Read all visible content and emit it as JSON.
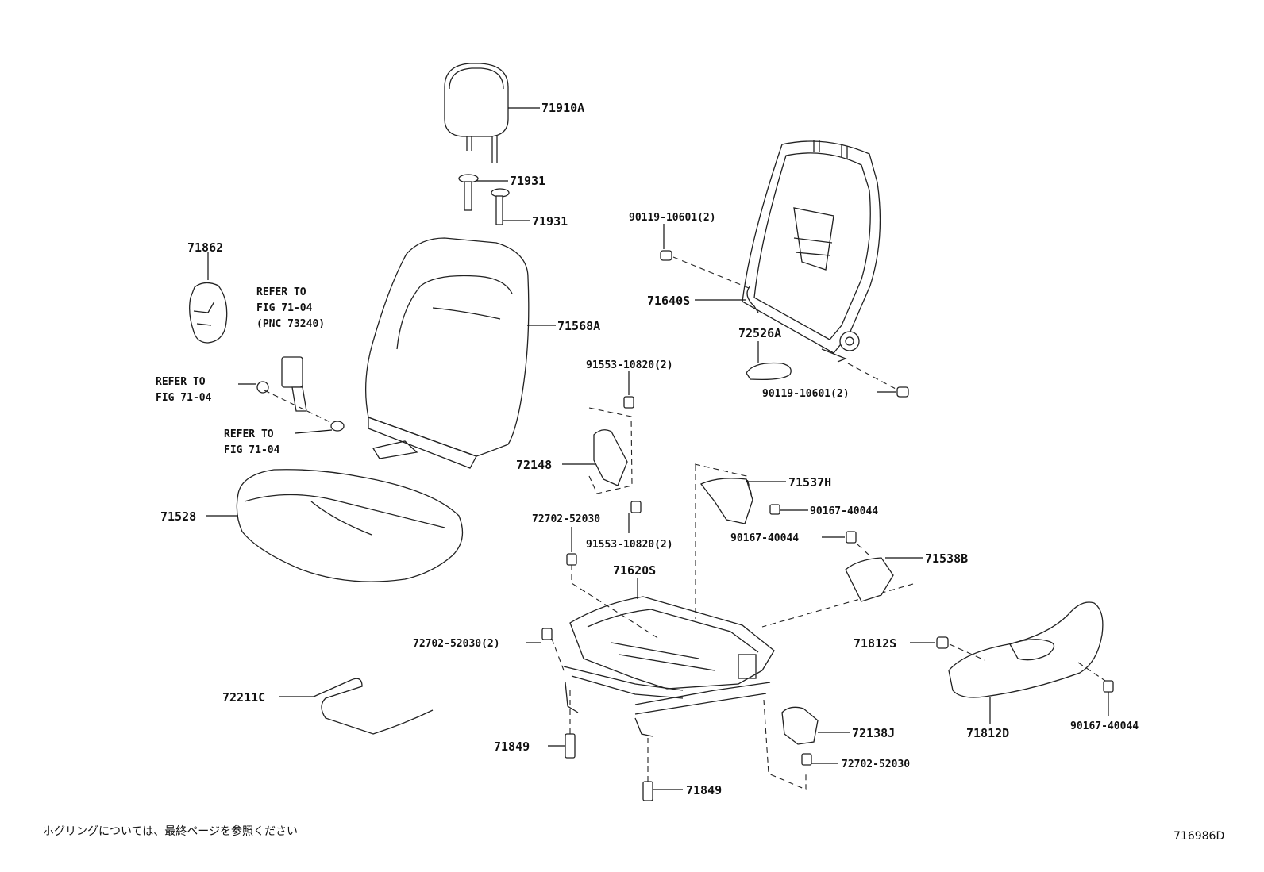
{
  "labels": {
    "l71910A": "71910A",
    "l71931a": "71931",
    "l71931b": "71931",
    "l71862": "71862",
    "lRefer1a": "REFER TO",
    "lRefer1b": "FIG 71-04",
    "lRefer1c": "(PNC 73240)",
    "lRefer2a": "REFER TO",
    "lRefer2b": "FIG 71-04",
    "lRefer3a": "REFER TO",
    "lRefer3b": "FIG 71-04",
    "l71568A": "71568A",
    "l71528": "71528",
    "l90119a": "90119-10601(2)",
    "l71640S": "71640S",
    "l72526A": "72526A",
    "l90119b": "90119-10601(2)",
    "l91553a": "91553-10820(2)",
    "l72148": "72148",
    "l72702a": "72702-52030",
    "l91553b": "91553-10820(2)",
    "l71537H": "71537H",
    "l90167a": "90167-40044",
    "l90167b": "90167-40044",
    "l71538B": "71538B",
    "l71620S": "71620S",
    "l72702b": "72702-52030(2)",
    "l71812S": "71812S",
    "l72211C": "72211C",
    "l72138J": "72138J",
    "l71812D": "71812D",
    "l90167c": "90167-40044",
    "l71849a": "71849",
    "l72702c": "72702-52030",
    "l71849b": "71849"
  },
  "footer": {
    "note": "ホグリングについては、最終ページを参照ください",
    "figure_id": "716986D"
  }
}
